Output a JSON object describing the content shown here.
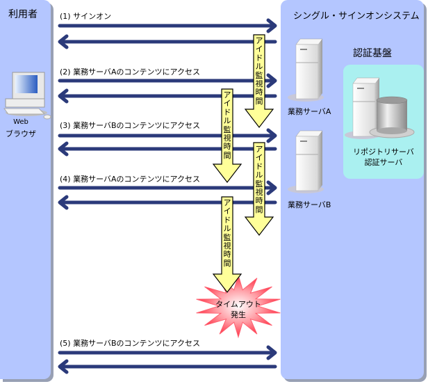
{
  "user_side": {
    "title": "利用者",
    "client_label_line1": "Web",
    "client_label_line2": "ブラウザ",
    "client_icon": "desktop-computer-icon"
  },
  "sso_side": {
    "title": "シングル・サインオンシステム",
    "servers": [
      {
        "label": "業務サーバA",
        "icon": "server-tower-icon"
      },
      {
        "label": "業務サーバB",
        "icon": "server-tower-icon"
      }
    ],
    "auth_platform": {
      "title": "認証基盤",
      "label_line1": "リポジトリサーバ",
      "label_line2": "認証サーバ",
      "icons": [
        "server-tower-icon",
        "database-cylinder-icon"
      ]
    }
  },
  "messages": [
    {
      "label": "(1) サインオン"
    },
    {
      "label": "(2) 業務サーバAのコンテンツにアクセス"
    },
    {
      "label": "(3) 業務サーバBのコンテンツにアクセス"
    },
    {
      "label": "(4) 業務サーバAのコンテンツにアクセス"
    },
    {
      "label": "(5) 業務サーバBのコンテンツにアクセス"
    }
  ],
  "idle_timers": [
    {
      "label": "アイドル監視時間"
    },
    {
      "label": "アイドル監視時間"
    },
    {
      "label": "アイドル監視時間"
    },
    {
      "label": "アイドル監視時間"
    }
  ],
  "timeout": {
    "line1": "タイムアウト",
    "line2": "発生"
  },
  "colors": {
    "panel": "#b4c6ff",
    "panel_shadow": "#98a0b4",
    "auth_box": "#aaf0f0",
    "message_arrow": "#2b3a7a",
    "idle_arrow": "#ffff99",
    "timeout_burst": "#ff4f5f"
  }
}
